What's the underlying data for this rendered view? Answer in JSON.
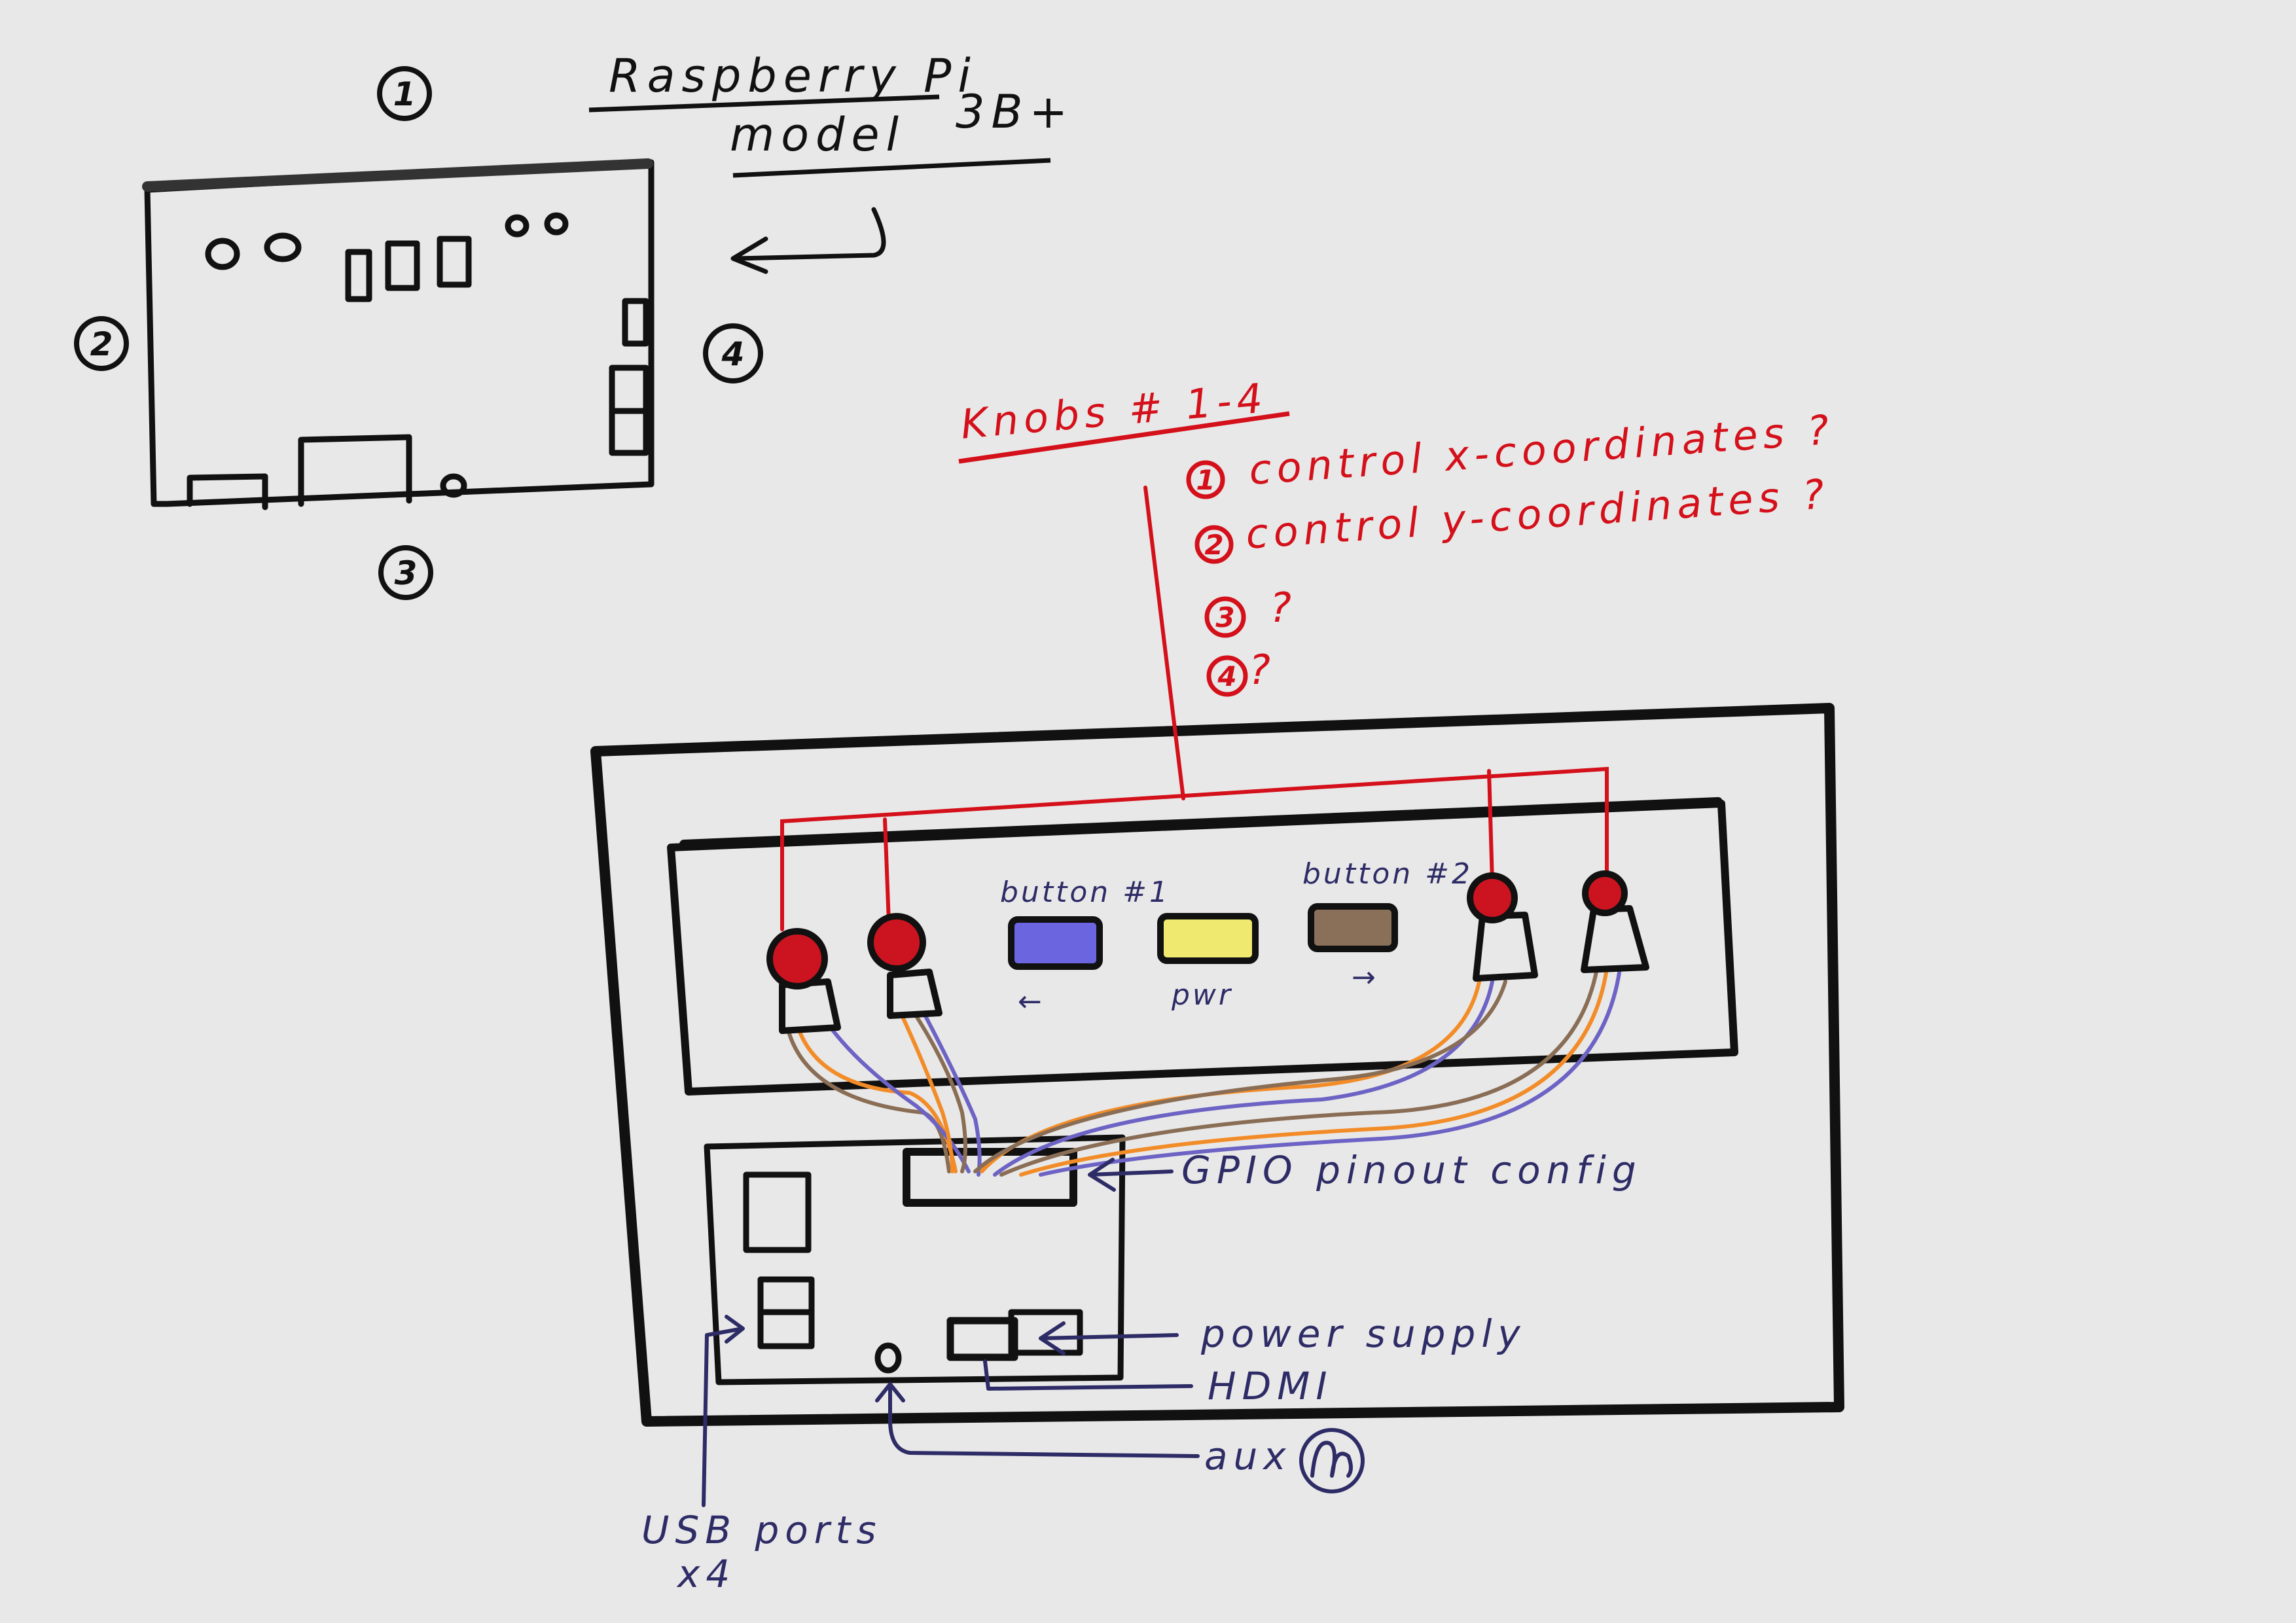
{
  "title": {
    "line1": "Raspberry Pi",
    "line2": "model",
    "model_number": "3B+"
  },
  "side_markers": [
    "1",
    "2",
    "3",
    "4"
  ],
  "knobs_heading": "Knobs # 1-4",
  "knob_notes": [
    {
      "number": "1",
      "text": "control x-coordinates ?"
    },
    {
      "number": "2",
      "text": "control y-coordinates ?"
    },
    {
      "number": "3",
      "text": "?"
    },
    {
      "number": "4",
      "text": "?"
    }
  ],
  "buttons": [
    {
      "label": "button #1",
      "color": "#6b66e0",
      "direction": "←"
    },
    {
      "label": "",
      "color": "#efe970",
      "caption": "pwr"
    },
    {
      "label": "button #2",
      "color": "#8a7058",
      "direction": "→"
    }
  ],
  "knob_color": "#cc1420",
  "wire_colors": [
    "#f28c28",
    "#6c63c4",
    "#8a6d55"
  ],
  "callouts": {
    "gpio": "GPIO pinout config",
    "power": "power supply",
    "hdmi": "HDMI",
    "aux": "aux",
    "usb_line1": "USB ports",
    "usb_line2": "x4"
  },
  "colors": {
    "ink_black": "#111111",
    "ink_red": "#d4101a",
    "ink_navy": "#2e2c66",
    "background": "#e8e8e8"
  }
}
